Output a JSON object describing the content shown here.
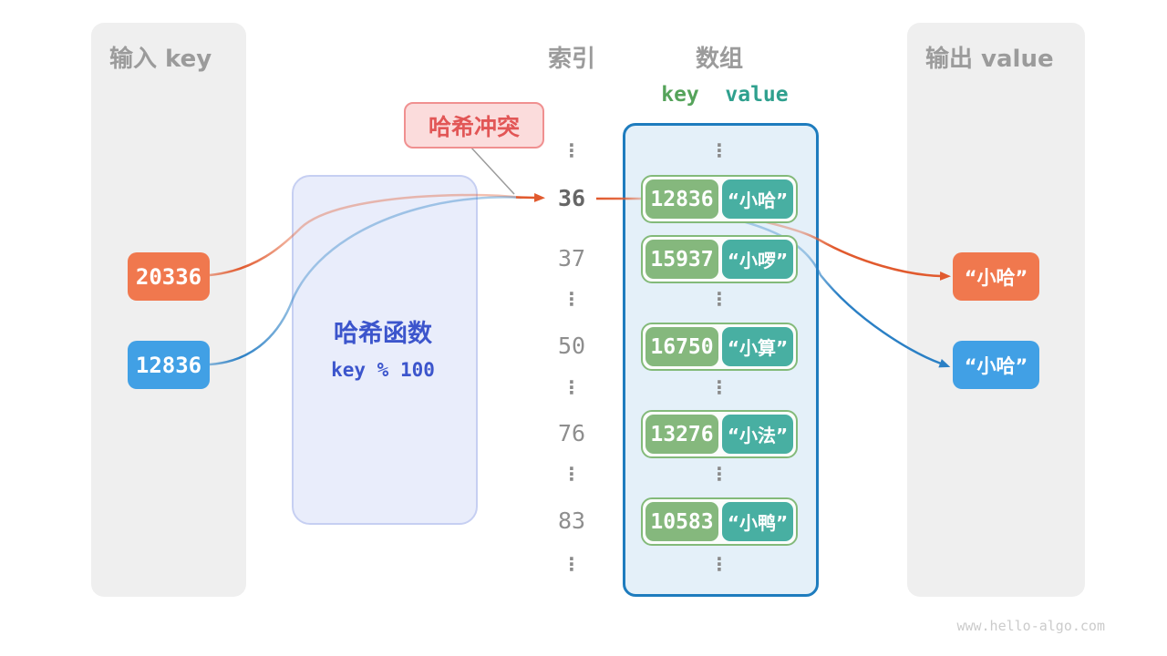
{
  "colors": {
    "orange_box": "#F0784E",
    "blue_box": "#41A0E5",
    "orange_line": "#E15A2E",
    "blue_line": "#2B80C5",
    "green_key_cell": "#85B87D",
    "teal_value_cell": "#48AFA2",
    "hash_text": "#3C55CC",
    "collision_text": "#E25656",
    "array_border": "#1E7CBE",
    "panel_gray": "#EFEFEF"
  },
  "glyphs": {
    "ellipsis": "⋮"
  },
  "input_panel": {
    "title": "输入 key",
    "keys": [
      "20336",
      "12836"
    ]
  },
  "hash_function": {
    "name": "哈希函数",
    "formula": "key % 100"
  },
  "collision": {
    "label": "哈希冲突"
  },
  "index_column": {
    "title": "索引",
    "values": [
      "36",
      "37",
      "50",
      "76",
      "83"
    ],
    "highlighted": "36"
  },
  "array_panel": {
    "title": "数组",
    "key_header": "key",
    "value_header": "value",
    "rows": [
      {
        "key": "12836",
        "value": "“小哈”"
      },
      {
        "key": "15937",
        "value": "“小啰”"
      },
      {
        "key": "16750",
        "value": "“小算”"
      },
      {
        "key": "13276",
        "value": "“小法”"
      },
      {
        "key": "10583",
        "value": "“小鸭”"
      }
    ]
  },
  "output_panel": {
    "title": "输出 value",
    "results": [
      "“小哈”",
      "“小哈”"
    ]
  },
  "watermark": "www.hello-algo.com"
}
